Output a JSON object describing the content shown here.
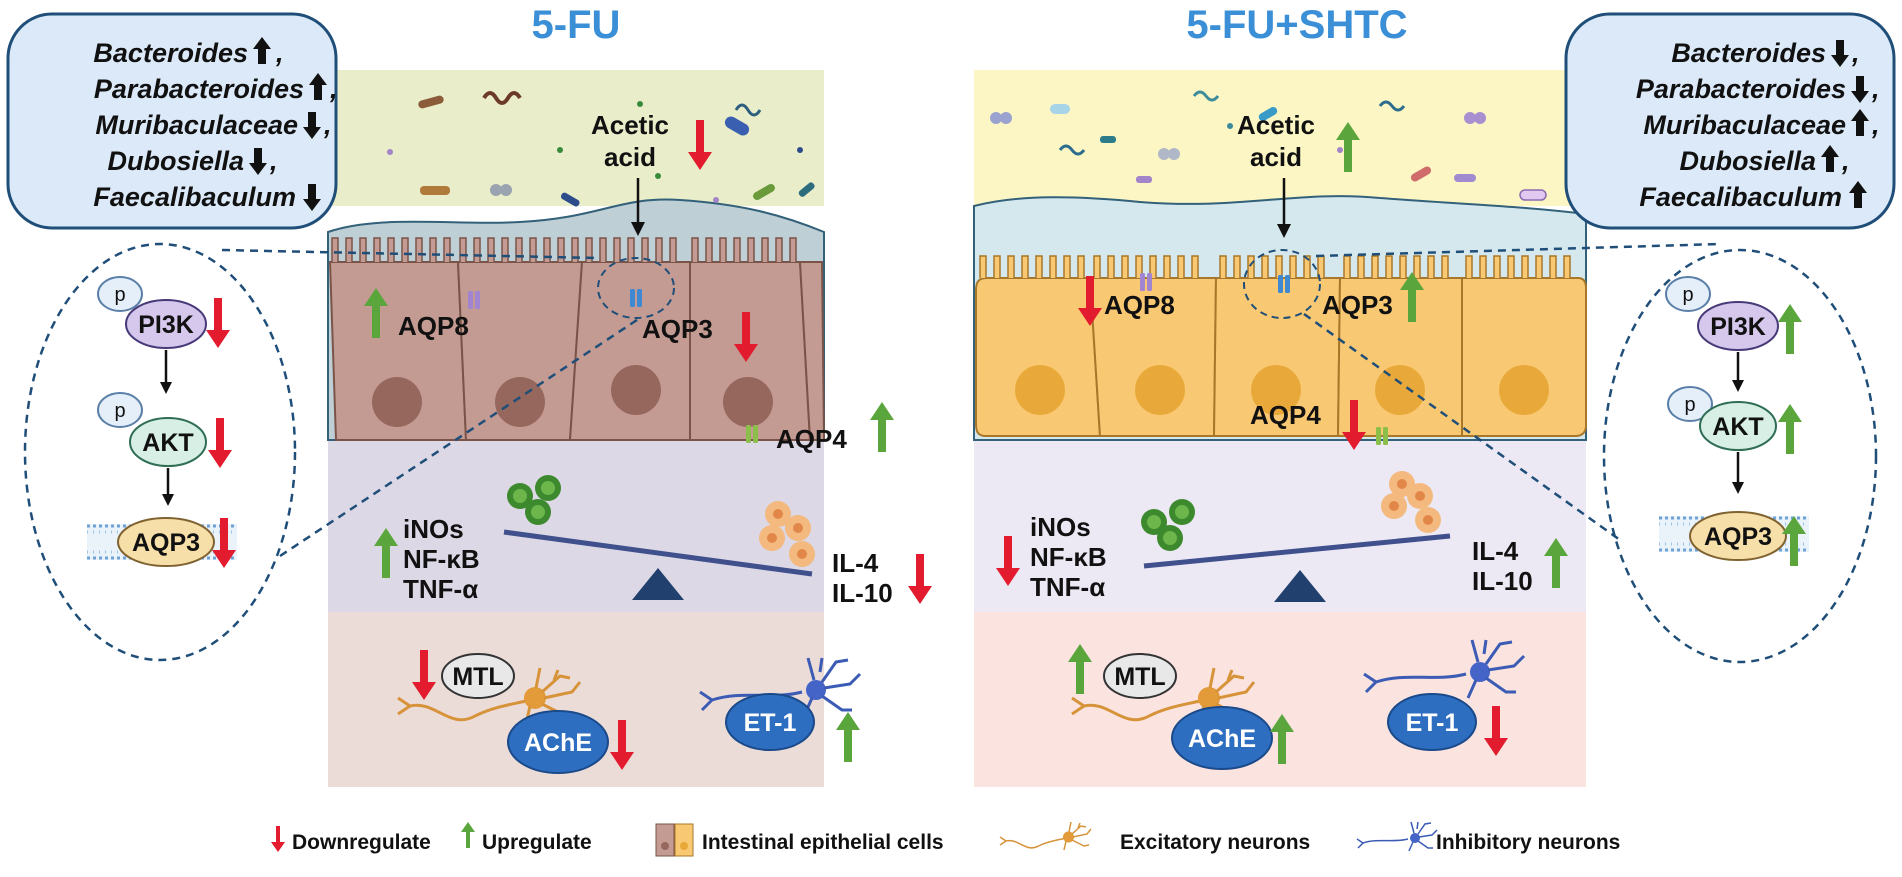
{
  "titles": {
    "left": "5-FU",
    "right": "5-FU+SHTC"
  },
  "bacteria": {
    "left": [
      "Bacteroides",
      "Parabacteroides",
      "Muribaculaceae",
      "Dubosiella",
      "Faecalibaculum"
    ],
    "right": [
      "Bacteroides",
      "Parabacteroides",
      "Muribaculaceae",
      "Dubosiella",
      "Faecalibaculum"
    ],
    "left_trends": [
      "up",
      "up",
      "down",
      "down",
      "down"
    ],
    "right_trends": [
      "down",
      "down",
      "up",
      "up",
      "up"
    ]
  },
  "metabolite": {
    "line1": "Acetic",
    "line2": "acid",
    "left_trend": "down",
    "right_trend": "up"
  },
  "channels": {
    "aqp8": "AQP8",
    "aqp3": "AQP3",
    "aqp4": "AQP4"
  },
  "pathway": {
    "p": "p",
    "pi3k": "PI3K",
    "akt": "AKT",
    "aqp3": "AQP3"
  },
  "inflammation": {
    "pro": [
      "iNOs",
      "NF-κB",
      "TNF-α"
    ],
    "anti": [
      "IL-4",
      "IL-10"
    ]
  },
  "neurons": {
    "mtl": "MTL",
    "ache": "AChE",
    "et1": "ET-1"
  },
  "legend": {
    "down": "Downregulate",
    "up": "Upregulate",
    "cells": "Intestinal epithelial cells",
    "excitatory": "Excitatory neurons",
    "inhibitory": "Inhibitory neurons"
  },
  "colors": {
    "title": "#3a8fd6",
    "up_arrow": "#5aa63c",
    "down_arrow": "#e21b2e",
    "lumen_left": "#e9edc9",
    "lumen_right": "#fcf6c4",
    "cell_left": "#c49b92",
    "cell_right": "#f9c872",
    "immune_band": "#dcd8e6",
    "neuron_band_left": "#ecdcd8",
    "neuron_band_right": "#fbe4e0",
    "box_fill": "#dbe9f8",
    "box_stroke": "#1f4e79",
    "dash": "#1f4e79"
  },
  "icons": [
    "down-arrow-icon",
    "up-arrow-icon",
    "epithelial-cell-icon",
    "excitatory-neuron-icon",
    "inhibitory-neuron-icon",
    "balance-scale-icon",
    "aquaporin-channel-icon",
    "bacteria-icon",
    "immune-cell-icon"
  ]
}
